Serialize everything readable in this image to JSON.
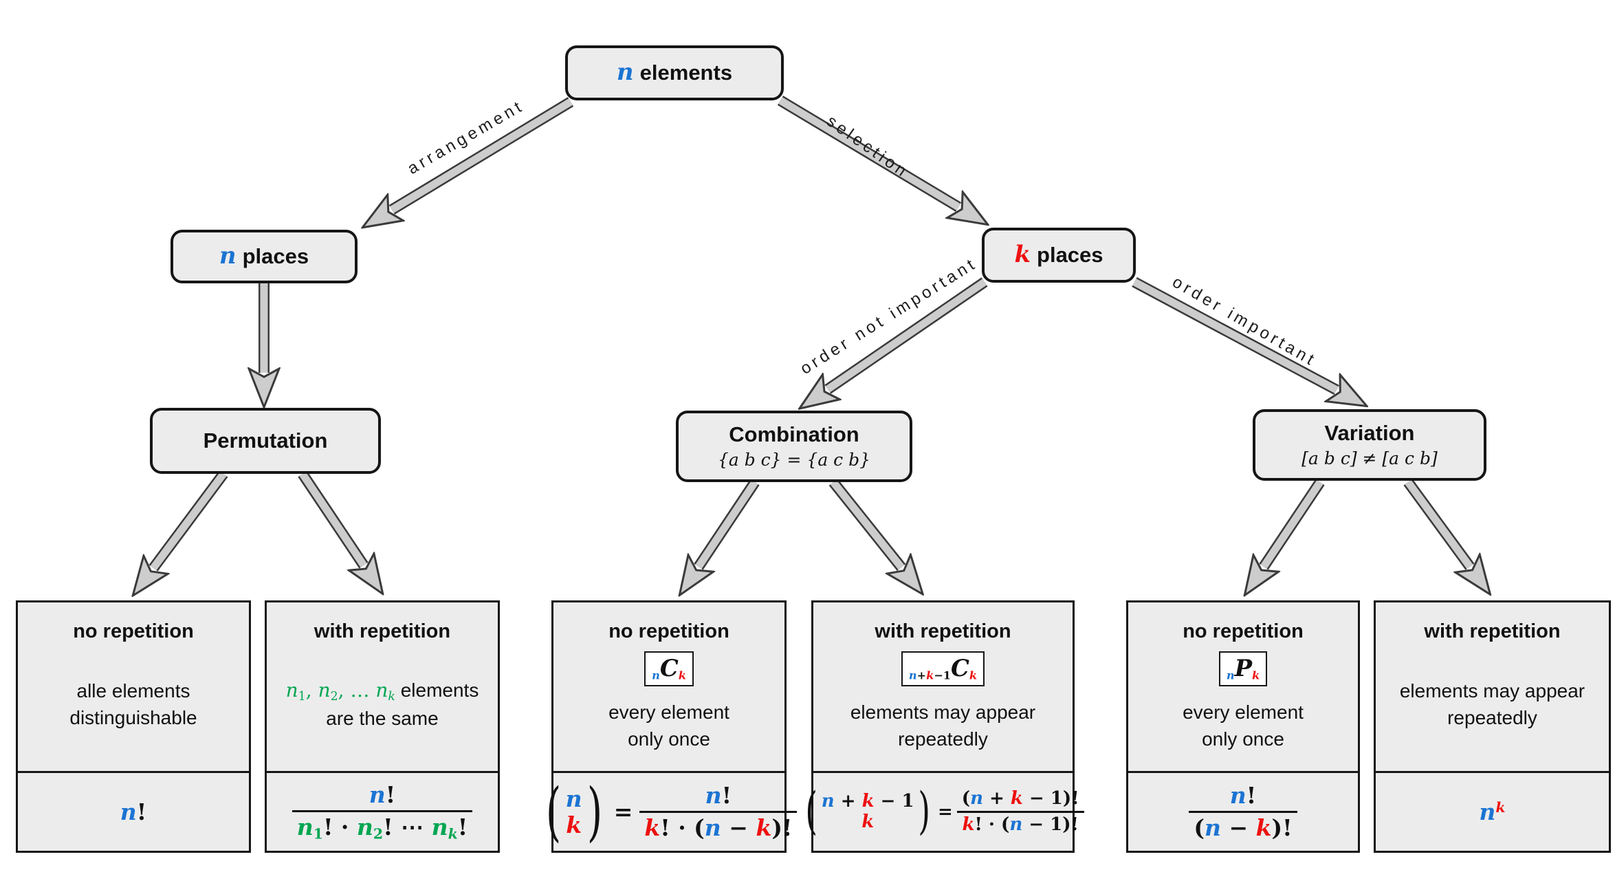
{
  "colors": {
    "blue": "#1b74d3",
    "red": "#ee1010",
    "green": "#00a651",
    "box_fill": "#ececec",
    "border": "#161616",
    "arrow_fill": "#cdcdcd",
    "arrow_stroke": "#3a3a3a"
  },
  "nodes": {
    "root": {
      "var": "n",
      "label": "elements"
    },
    "n_places": {
      "var": "n",
      "label": "places"
    },
    "k_places": {
      "var": "k",
      "label": "places"
    },
    "permutation": {
      "title": "Permutation"
    },
    "combination": {
      "title": "Combination",
      "subtitle": "{a b c} = {a c b}"
    },
    "variation": {
      "title": "Variation",
      "subtitle": "[a b c] ≠ [a c b]"
    }
  },
  "edges": {
    "arrangement": "arrangement",
    "selection": "selection",
    "order_not_important": "order not important",
    "order_important": "order important"
  },
  "leaves": [
    {
      "title": "no repetition",
      "desc_l1": "alle elements",
      "desc_l2": "distinguishable",
      "formula_tokens": [
        {
          "t": "n",
          "cls": "c-b it"
        },
        {
          "t": "!",
          "cls": "c-k"
        }
      ]
    },
    {
      "title": "with repetition",
      "desc_l1_tokens": [
        {
          "t": "n",
          "cls": "c-g it mt"
        },
        {
          "t": "1",
          "cls": "c-g v-sub mt"
        },
        {
          "t": ", ",
          "cls": "c-g mt"
        },
        {
          "t": "n",
          "cls": "c-g it mt"
        },
        {
          "t": "2",
          "cls": "c-g v-sub mt"
        },
        {
          "t": ", … ",
          "cls": "c-g mt"
        },
        {
          "t": "n",
          "cls": "c-g it mt"
        },
        {
          "t": "k",
          "cls": "c-g it v-sub mt"
        },
        {
          "t": " elements",
          "cls": "c-k sans"
        }
      ],
      "desc_l2": "are the same",
      "num_tokens": [
        {
          "t": "n",
          "cls": "c-b it"
        },
        {
          "t": "!",
          "cls": "c-k"
        }
      ],
      "den_tokens": [
        {
          "t": "n",
          "cls": "c-g it"
        },
        {
          "t": "1",
          "cls": "c-g v-sub"
        },
        {
          "t": "! · ",
          "cls": "c-k"
        },
        {
          "t": "n",
          "cls": "c-g it"
        },
        {
          "t": "2",
          "cls": "c-g v-sub"
        },
        {
          "t": "! ⋯ ",
          "cls": "c-k"
        },
        {
          "t": "n",
          "cls": "c-g it"
        },
        {
          "t": "k",
          "cls": "c-g it v-sub"
        },
        {
          "t": "!",
          "cls": "c-k"
        }
      ]
    },
    {
      "title": "no repetition",
      "badge_tokens": [
        {
          "t": "n",
          "cls": "c-b it v-sub"
        },
        {
          "t": "C",
          "cls": "c-k it big"
        },
        {
          "t": "k",
          "cls": "c-r it v-sub"
        }
      ],
      "desc_l1": "every element",
      "desc_l2": "only once",
      "lparen": "(",
      "rparen": ")",
      "binom_top": [
        {
          "t": "n",
          "cls": "c-b it"
        }
      ],
      "binom_bottom": [
        {
          "t": "k",
          "cls": "c-r it"
        }
      ],
      "eq": "=",
      "num_tokens": [
        {
          "t": "n",
          "cls": "c-b it"
        },
        {
          "t": "!",
          "cls": "c-k"
        }
      ],
      "den_tokens": [
        {
          "t": "k",
          "cls": "c-r it"
        },
        {
          "t": "! · (",
          "cls": "c-k"
        },
        {
          "t": "n",
          "cls": "c-b it"
        },
        {
          "t": " − ",
          "cls": "c-k"
        },
        {
          "t": "k",
          "cls": "c-r it"
        },
        {
          "t": ")!",
          "cls": "c-k"
        }
      ]
    },
    {
      "title": "with repetition",
      "badge_tokens": [
        {
          "t": "n",
          "cls": "c-b it v-sub"
        },
        {
          "t": "+",
          "cls": "c-k v-sub"
        },
        {
          "t": "k",
          "cls": "c-r it v-sub"
        },
        {
          "t": "−1",
          "cls": "c-k v-sub"
        },
        {
          "t": "C",
          "cls": "c-k it big"
        },
        {
          "t": "k",
          "cls": "c-r it v-sub"
        }
      ],
      "desc_l1": "elements may appear",
      "desc_l2": "repeatedly",
      "lparen": "(",
      "rparen": ")",
      "binom_top": [
        {
          "t": "n",
          "cls": "c-b it"
        },
        {
          "t": " + ",
          "cls": "c-k"
        },
        {
          "t": "k",
          "cls": "c-r it"
        },
        {
          "t": " − 1",
          "cls": "c-k"
        }
      ],
      "binom_bottom": [
        {
          "t": "k",
          "cls": "c-r it"
        }
      ],
      "eq": "=",
      "num_tokens": [
        {
          "t": "(",
          "cls": "c-k"
        },
        {
          "t": "n",
          "cls": "c-b it"
        },
        {
          "t": " + ",
          "cls": "c-k"
        },
        {
          "t": "k",
          "cls": "c-r it"
        },
        {
          "t": " − 1)!",
          "cls": "c-k"
        }
      ],
      "den_tokens": [
        {
          "t": "k",
          "cls": "c-r it"
        },
        {
          "t": "! · (",
          "cls": "c-k"
        },
        {
          "t": "n",
          "cls": "c-b it"
        },
        {
          "t": " − 1)!",
          "cls": "c-k"
        }
      ]
    },
    {
      "title": "no repetition",
      "badge_tokens": [
        {
          "t": "n",
          "cls": "c-b it v-sub"
        },
        {
          "t": "P",
          "cls": "c-k it big"
        },
        {
          "t": "k",
          "cls": "c-r it v-sub"
        }
      ],
      "desc_l1": "every element",
      "desc_l2": "only once",
      "num_tokens": [
        {
          "t": "n",
          "cls": "c-b it"
        },
        {
          "t": "!",
          "cls": "c-k"
        }
      ],
      "den_tokens": [
        {
          "t": "(",
          "cls": "c-k"
        },
        {
          "t": "n",
          "cls": "c-b it"
        },
        {
          "t": " − ",
          "cls": "c-k"
        },
        {
          "t": "k",
          "cls": "c-r it"
        },
        {
          "t": ")!",
          "cls": "c-k"
        }
      ]
    },
    {
      "title": "with repetition",
      "desc_l1": "elements may appear",
      "desc_l2": "repeatedly",
      "formula_tokens": [
        {
          "t": "n",
          "cls": "c-b it"
        },
        {
          "t": "k",
          "cls": "c-r it v-sup"
        }
      ]
    }
  ]
}
